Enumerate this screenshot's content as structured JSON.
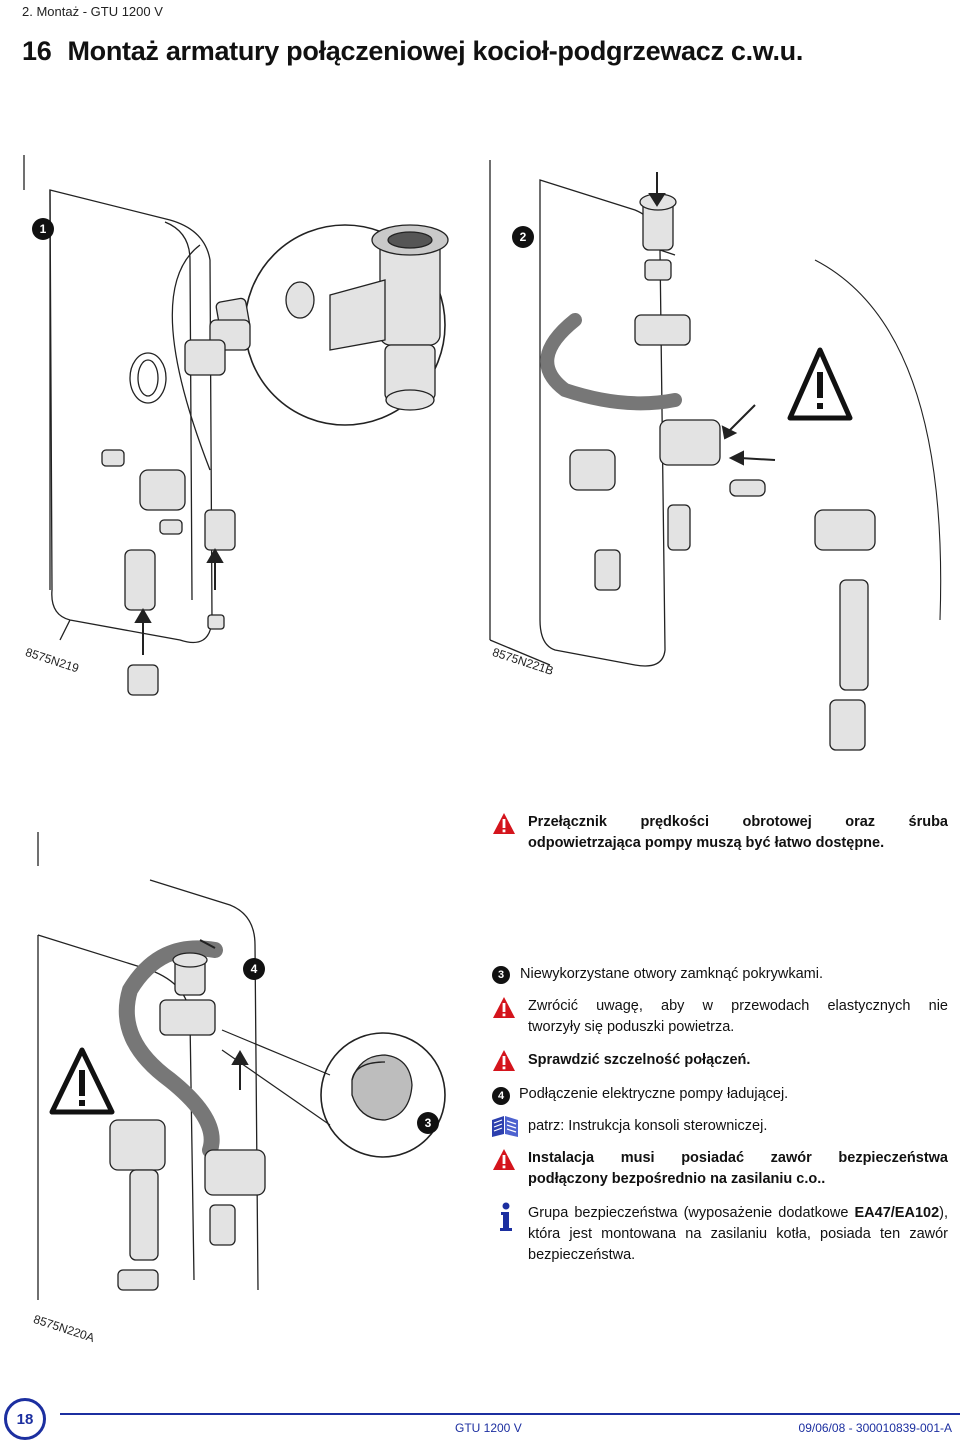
{
  "header": {
    "breadcrumb": "2. Montaż - GTU 1200 V",
    "section_number": "16",
    "section_title": "Montaż armatury połączeniowej kocioł-podgrzewacz c.w.u."
  },
  "figures": {
    "fig1": {
      "step": "1",
      "code": "8575N219"
    },
    "fig2": {
      "step": "2",
      "code": "8575N221B"
    },
    "fig3": {
      "step_a": "4",
      "step_b": "3",
      "code": "8575N220A"
    }
  },
  "note_top": {
    "line1": "Przełącznik prędkości obrotowej oraz śruba",
    "line2": "odpowietrzająca pompy muszą być łatwo dostępne."
  },
  "instructions": [
    {
      "icon": "3",
      "kind": "number",
      "bold": false,
      "lines": [
        "Niewykorzystane otwory zamknąć pokrywkami."
      ]
    },
    {
      "icon": "warning",
      "kind": "warning",
      "bold": false,
      "lines": [
        "Zwrócić uwagę, aby w przewodach elastycznych nie",
        "tworzyły się poduszki powietrza."
      ]
    },
    {
      "icon": "warning",
      "kind": "warning",
      "bold": true,
      "lines": [
        "Sprawdzić szczelność połączeń."
      ]
    },
    {
      "icon": "4",
      "kind": "number",
      "bold": false,
      "lines": [
        "Podłączenie elektryczne pompy ładującej."
      ]
    },
    {
      "icon": "book",
      "kind": "ref",
      "bold": false,
      "lines": [
        "patrz: Instrukcja konsoli sterowniczej."
      ]
    },
    {
      "icon": "warning",
      "kind": "warning",
      "bold": true,
      "lines": [
        "Instalacja musi posiadać zawór bezpieczeństwa",
        "podłączony bezpośrednio na zasilaniu c.o.."
      ]
    }
  ],
  "info": {
    "pre": "Grupa bezpieczeństwa (wyposażenie dodatkowe ",
    "strong": "EA47/EA102",
    "post_line1": "),",
    "line2": "która jest montowana na zasilaniu kotła, posiada ten zawór",
    "line3": "bezpieczeństwa."
  },
  "footer": {
    "page": "18",
    "model": "GTU 1200 V",
    "doc_ref": "09/06/08 - 300010839-001-A"
  },
  "colors": {
    "accent": "#1c2fa0",
    "warning": "#d4141c",
    "ink": "#111111"
  }
}
